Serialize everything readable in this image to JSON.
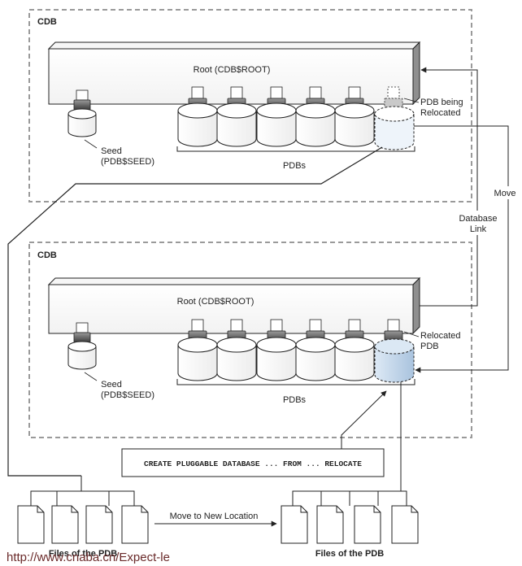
{
  "cdb_top": {
    "label": "CDB",
    "root_label": "Root (CDB$ROOT)",
    "seed_line1": "Seed",
    "seed_line2": "(PDB$SEED)",
    "pdbs_label": "PDBs",
    "relocating_line1": "PDB being",
    "relocating_line2": "Relocated"
  },
  "cdb_bottom": {
    "label": "CDB",
    "root_label": "Root (CDB$ROOT)",
    "seed_line1": "Seed",
    "seed_line2": "(PDB$SEED)",
    "pdbs_label": "PDBs",
    "relocated_line1": "Relocated",
    "relocated_line2": "PDB"
  },
  "links": {
    "move_label": "Move",
    "dblink_line1": "Database",
    "dblink_line2": "Link"
  },
  "command": "CREATE PLUGGABLE DATABASE ... FROM ... RELOCATE",
  "files": {
    "left_label": "Files of the PDB",
    "right_label": "Files of the PDB",
    "move_label": "Move to New Location"
  },
  "watermark": "http://www.cnaba.cn/Expect-le",
  "colors": {
    "line": "#222222",
    "dash": "#9a9a9a",
    "ghost_fill": "#eef4fa",
    "relocated_fill": "#c5d8ec",
    "watermark": "#6a2a2a"
  }
}
